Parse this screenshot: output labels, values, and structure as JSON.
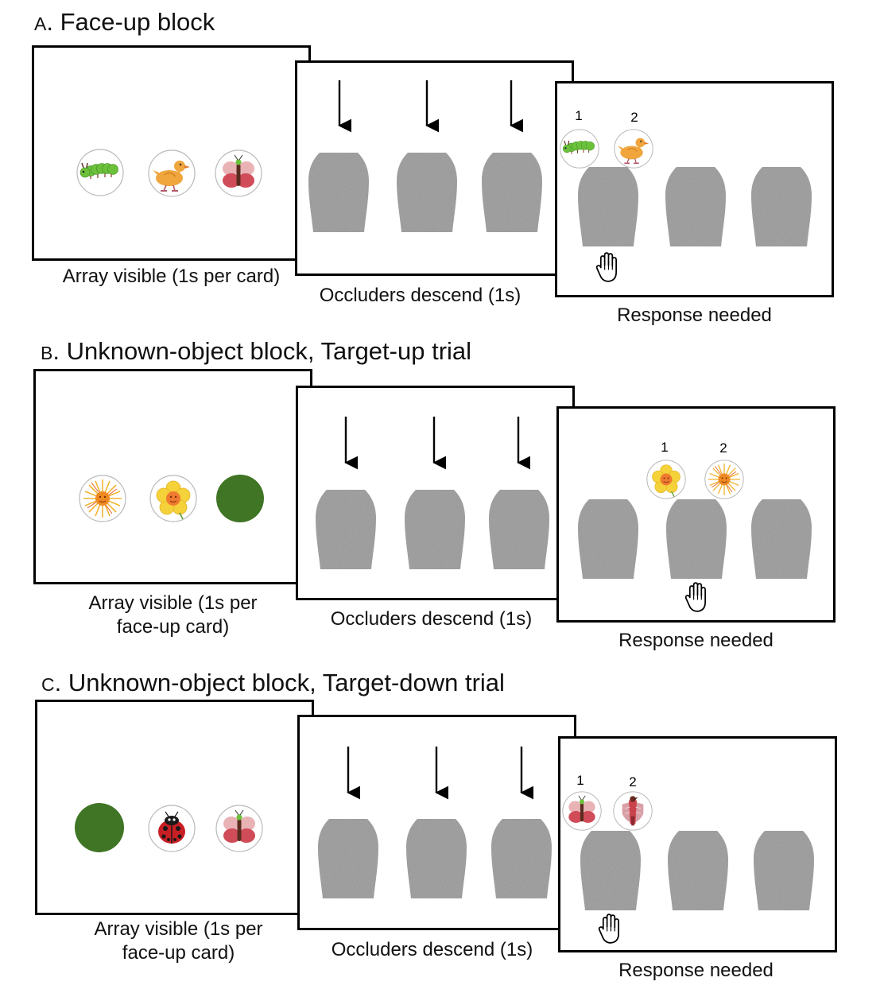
{
  "section_a": {
    "letter": "A",
    "title": ". Face-up block",
    "captions": {
      "array": "Array visible (1s per card)",
      "occluders": "Occluders descend (1s)",
      "response": "Response needed"
    },
    "choice_labels": [
      "1",
      "2"
    ]
  },
  "section_b": {
    "letter": "B",
    "title": ". Unknown-object block, Target-up trial",
    "captions": {
      "array_line1": "Array visible (1s per",
      "array_line2": "face-up card)",
      "occluders": "Occluders descend (1s)",
      "response": "Response needed"
    },
    "choice_labels": [
      "1",
      "2"
    ]
  },
  "section_c": {
    "letter": "C",
    "title": ". Unknown-object block, Target-down trial",
    "captions": {
      "array_line1": "Array visible (1s per",
      "array_line2": "face-up card)",
      "occluders": "Occluders descend (1s)",
      "response": "Response needed"
    },
    "choice_labels": [
      "1",
      "2"
    ]
  },
  "colors": {
    "occluder": "#9a9a9a",
    "face_down_card": "#3f7524",
    "caterpillar": "#6cc13b",
    "duck": "#f0a63c",
    "butterfly": "#d2565f",
    "sun": "#ef8a22",
    "flower": "#f5d23a",
    "ladybug": "#c81f24"
  },
  "icons": [
    "down-arrow-icon",
    "hand-icon",
    "caterpillar-icon",
    "duck-icon",
    "butterfly-icon",
    "sun-icon",
    "flower-icon",
    "ladybug-icon",
    "bird-icon"
  ]
}
